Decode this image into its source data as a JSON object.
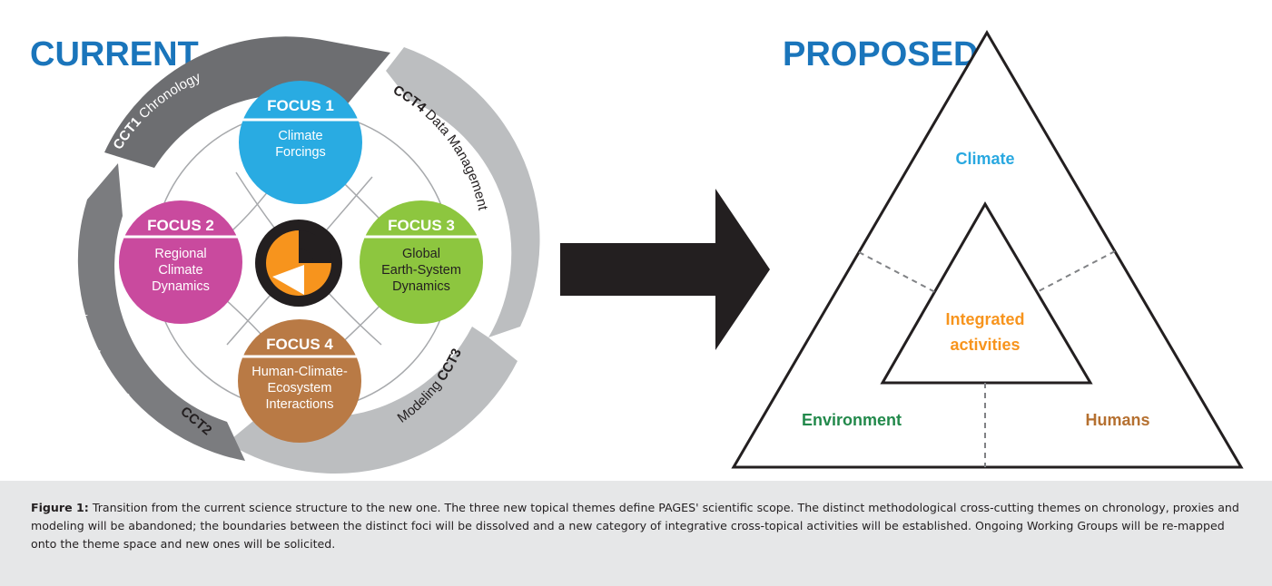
{
  "current": {
    "heading": "CURRENT",
    "cct1": {
      "code": "CCT1",
      "label": "Chronology"
    },
    "cct2": {
      "code": "CCT2",
      "line1": "Proxy Development,",
      "line2": "Calibration, Validation"
    },
    "cct3": {
      "code": "CCT3",
      "label": "Modeling"
    },
    "cct4": {
      "code": "CCT4",
      "label": "Data Management"
    },
    "focus1": {
      "title": "FOCUS 1",
      "lines": [
        "Climate",
        "Forcings"
      ]
    },
    "focus2": {
      "title": "FOCUS 2",
      "lines": [
        "Regional",
        "Climate",
        "Dynamics"
      ]
    },
    "focus3": {
      "title": "FOCUS 3",
      "lines": [
        "Global",
        "Earth-System",
        "Dynamics"
      ]
    },
    "focus4": {
      "title": "FOCUS 4",
      "lines": [
        "Human-Climate-",
        "Ecosystem",
        "Interactions"
      ]
    }
  },
  "proposed": {
    "heading": "PROPOSED",
    "climate": "Climate",
    "environment": "Environment",
    "humans": "Humans",
    "integrated": [
      "Integrated",
      "activities"
    ]
  },
  "colors": {
    "heading_blue": "#1a75bb",
    "focus1": "#29abe2",
    "focus2": "#c94a9e",
    "focus3": "#8dc63f",
    "focus4": "#b97a45",
    "climate": "#29a8e0",
    "environment": "#22894b",
    "humans": "#b57030",
    "integrated": "#f7941d",
    "cct_dark": "#6d6e71",
    "cct_light": "#bcbec0",
    "caption_bg": "#e6e7e8"
  },
  "caption": {
    "label": "Figure 1:",
    "text": " Transition from the current science structure to the new one. The three new topical themes define PAGES' scientific scope. The distinct methodological cross-cutting themes on chronology, proxies and modeling will be abandoned; the boundaries between the distinct foci will be dissolved and a new category of integrative cross-topical activities will be established. Ongoing Working Groups will be re-mapped onto the theme space and new ones will be solicited."
  }
}
